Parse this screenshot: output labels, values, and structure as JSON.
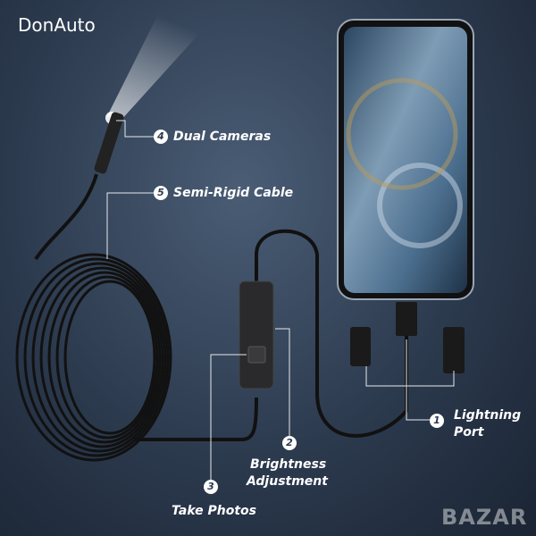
{
  "brand": "DonAuto",
  "watermark": "BAZAR",
  "callouts": [
    {
      "number": "1",
      "label_line1": "Lightning",
      "label_line2": "Port"
    },
    {
      "number": "2",
      "label_line1": "Brightness",
      "label_line2": "Adjustment"
    },
    {
      "number": "3",
      "label": "Take Photos"
    },
    {
      "number": "4",
      "label": "Dual Cameras"
    },
    {
      "number": "5",
      "label": "Semi-Rigid Cable"
    }
  ]
}
